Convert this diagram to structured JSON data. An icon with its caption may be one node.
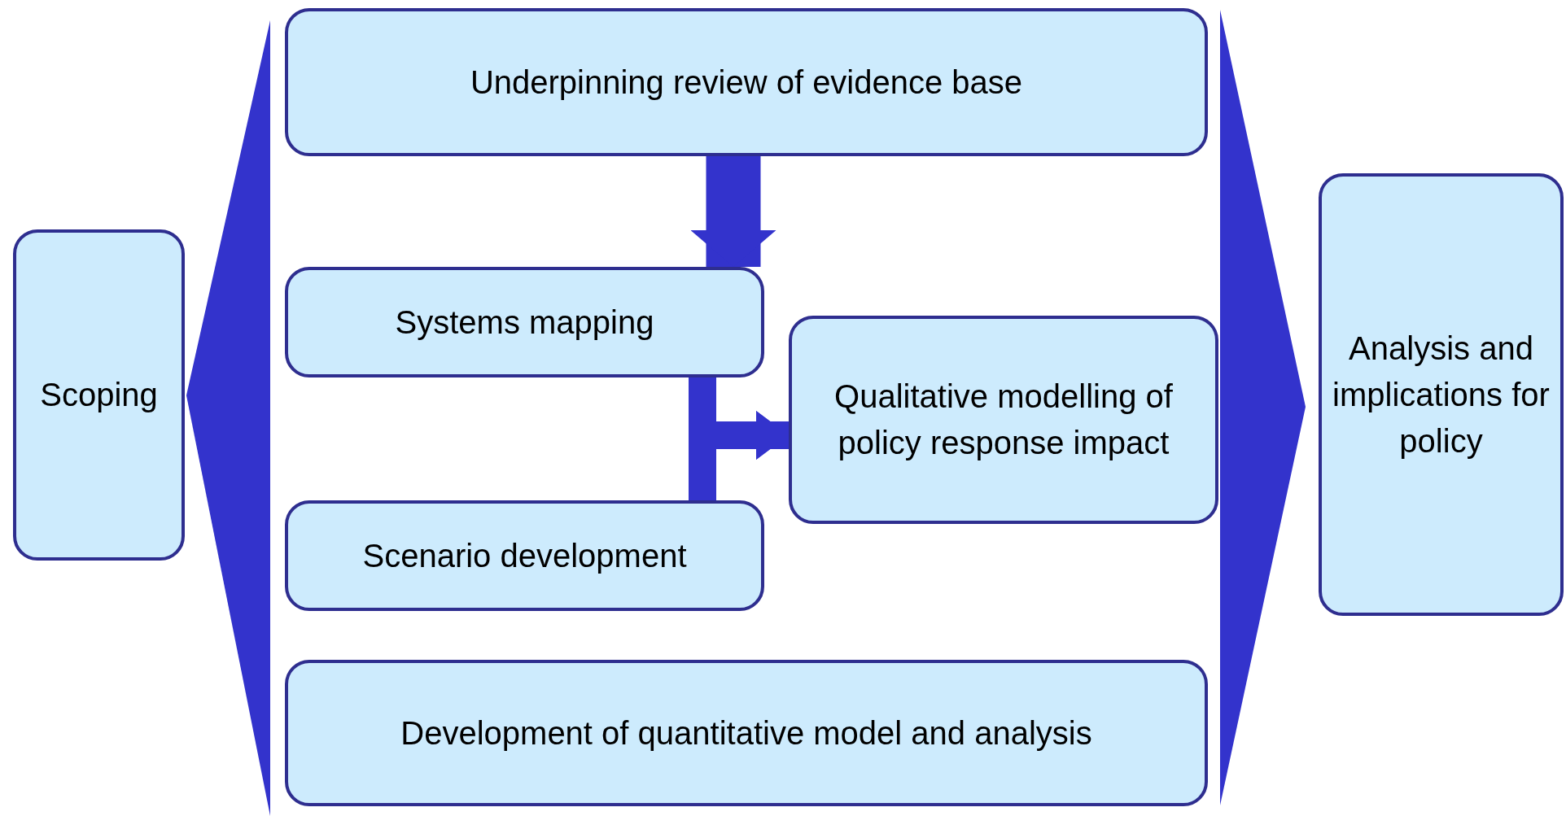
{
  "diagram": {
    "nodes": [
      {
        "text": [
          "Scoping"
        ]
      },
      {
        "text": [
          "Underpinning review of evidence base"
        ]
      },
      {
        "text": [
          "Systems mapping"
        ]
      },
      {
        "text": [
          "Qualitative modelling of policy response impact"
        ]
      },
      {
        "text": [
          "Scenario development"
        ]
      },
      {
        "text": [
          "Development of quantitative model and analysis"
        ]
      },
      {
        "text": [
          "Analysis and implications for policy"
        ]
      },
      {
        "text": [],
        "shape": "triangle"
      },
      {
        "text": [],
        "shape": "triangle"
      }
    ],
    "edges": [
      {
        "from": 1,
        "to": 2,
        "arrow": "to",
        "style": "thick"
      },
      {
        "from": 2,
        "to": 3,
        "arrow": "to"
      },
      {
        "from": 4,
        "to": 3,
        "arrow": "to"
      }
    ]
  }
}
